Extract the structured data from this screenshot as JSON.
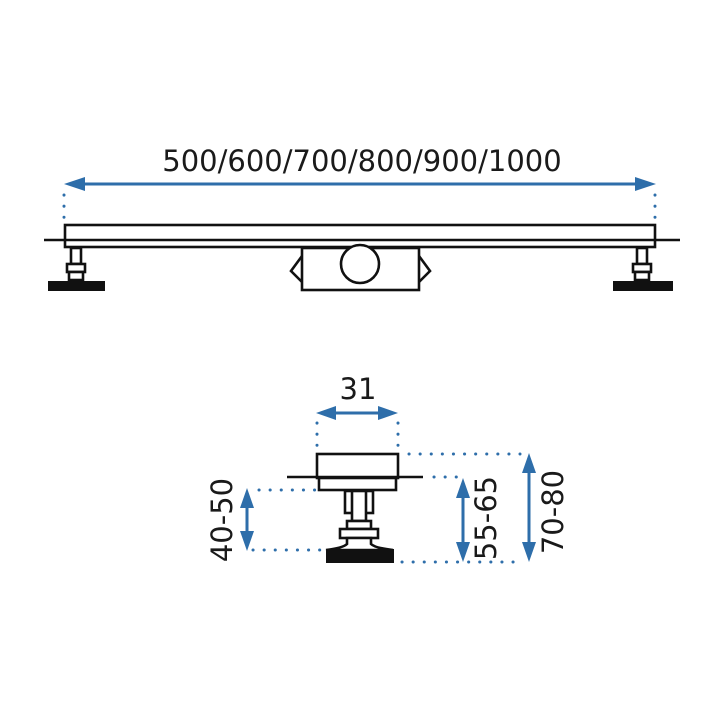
{
  "diagram": {
    "type": "technical drawing - linear shower drain",
    "colors": {
      "outline": "#111111",
      "dimension": "#2e6eaa",
      "background": "#ffffff"
    },
    "top_view": {
      "name": "side elevation",
      "length_label": "500/600/700/800/900/1000",
      "components": [
        "drain channel",
        "central outlet box",
        "left adjustable foot",
        "right adjustable foot",
        "floor line"
      ]
    },
    "section_view": {
      "name": "cross section",
      "width_label": "31",
      "height_labels": {
        "left": "40-50",
        "middle": "55-65",
        "right": "70-80"
      },
      "components": [
        "channel profile",
        "floor line",
        "adjustable leg",
        "base plate"
      ]
    }
  }
}
